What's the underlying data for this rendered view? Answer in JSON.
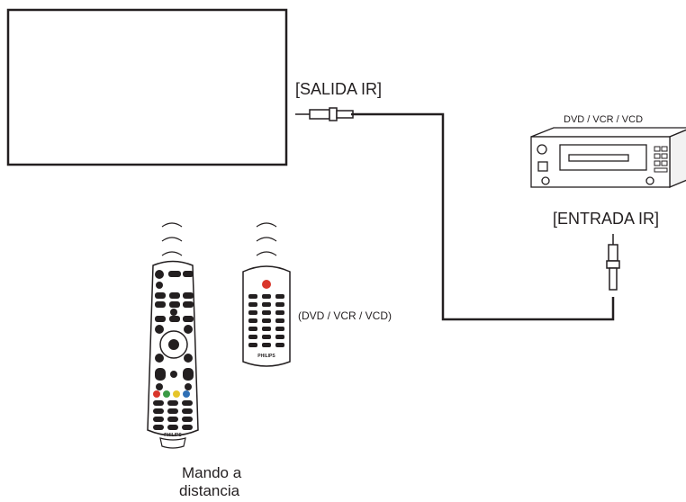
{
  "labels": {
    "ir_out": "[SALIDA IR]",
    "device_name": "DVD / VCR / VCD",
    "ir_in": "[ENTRADA IR]",
    "small_remote": "(DVD / VCR / VCD)",
    "main_remote_line1": "Mando a",
    "main_remote_line2": "distancia"
  },
  "branding": {
    "main_remote_brand": "PHILIPS",
    "small_remote_brand": "PHILIPS"
  },
  "colors": {
    "line": "#231f20",
    "remote_body": "#ffffff",
    "button_dark": "#231f20",
    "red": "#d9362b",
    "green": "#3a9a45",
    "yellow": "#e6c52a",
    "blue": "#2f6fb5"
  }
}
